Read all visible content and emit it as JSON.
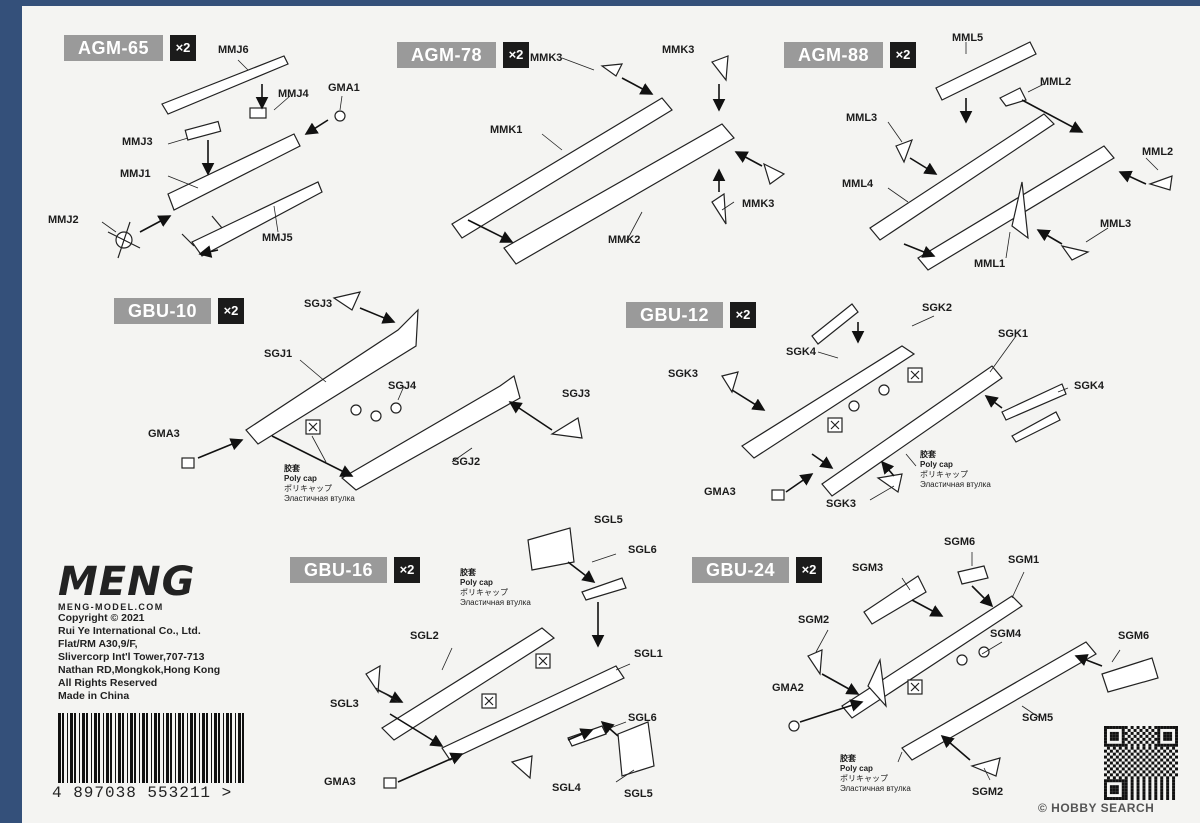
{
  "sections": [
    {
      "id": "agm65",
      "name": "AGM-65",
      "qty": "×2"
    },
    {
      "id": "agm78",
      "name": "AGM-78",
      "qty": "×2"
    },
    {
      "id": "agm88",
      "name": "AGM-88",
      "qty": "×2"
    },
    {
      "id": "gbu10",
      "name": "GBU-10",
      "qty": "×2"
    },
    {
      "id": "gbu12",
      "name": "GBU-12",
      "qty": "×2"
    },
    {
      "id": "gbu16",
      "name": "GBU-16",
      "qty": "×2"
    },
    {
      "id": "gbu24",
      "name": "GBU-24",
      "qty": "×2"
    }
  ],
  "part_labels": {
    "mmj6": "MMJ6",
    "mmj4": "MMJ4",
    "gma1": "GMA1",
    "mmj3": "MMJ3",
    "mmj1": "MMJ1",
    "mmj2": "MMJ2",
    "mmj5": "MMJ5",
    "mmk3a": "MMK3",
    "mmk3b": "MMK3",
    "mmk1": "MMK1",
    "mmk3c": "MMK3",
    "mmk2": "MMK2",
    "mml5": "MML5",
    "mml2a": "MML2",
    "mml3a": "MML3",
    "mml2b": "MML2",
    "mml4": "MML4",
    "mml3b": "MML3",
    "mml1": "MML1",
    "sgj3a": "SGJ3",
    "sgj1": "SGJ1",
    "sgj4": "SGJ4",
    "sgj3b": "SGJ3",
    "gma3a": "GMA3",
    "sgj2": "SGJ2",
    "sgk2": "SGK2",
    "sgk1": "SGK1",
    "sgk4a": "SGK4",
    "sgk3a": "SGK3",
    "sgk4b": "SGK4",
    "gma3b": "GMA3",
    "sgk3b": "SGK3",
    "sgl5a": "SGL5",
    "sgl6a": "SGL6",
    "sgl2": "SGL2",
    "sgl1": "SGL1",
    "sgl3": "SGL3",
    "sgl6b": "SGL6",
    "gma3c": "GMA3",
    "sgl4": "SGL4",
    "sgl5b": "SGL5",
    "sgm6a": "SGM6",
    "sgm1": "SGM1",
    "sgm3": "SGM3",
    "sgm2a": "SGM2",
    "sgm4": "SGM4",
    "sgm6b": "SGM6",
    "gma2": "GMA2",
    "sgm5": "SGM5",
    "sgm2b": "SGM2"
  },
  "poly_cap": {
    "cn": "胶套",
    "en": "Poly cap",
    "jp": "ポリキャップ",
    "ru": "Эластичная втулка"
  },
  "brand": {
    "logo": "MENG",
    "site": "MENG-MODEL.COM"
  },
  "copyright": [
    "Copyright © 2021",
    "Rui Ye International Co., Ltd.",
    "Flat/RM A30,9/F,",
    "Slivercorp Int'l Tower,707-713",
    "Nathan RD,Mongkok,Hong Kong",
    "All Rights Reserved",
    "Made in China"
  ],
  "barcode_number": "4 897038 553211 >",
  "watermark": "© HOBBY SEARCH"
}
